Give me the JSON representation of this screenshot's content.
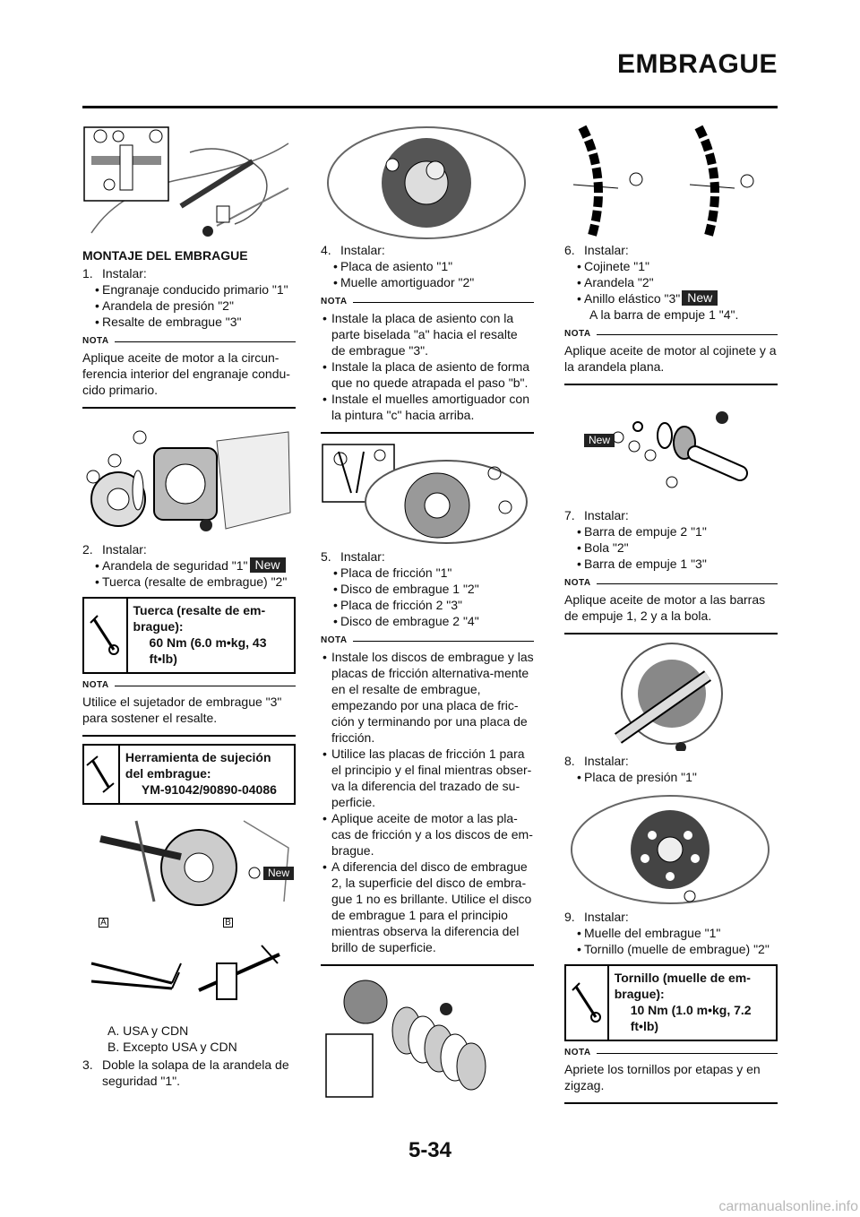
{
  "header": {
    "title": "EMBRAGUE"
  },
  "footer": {
    "page_number": "5-34",
    "watermark": "carmanualsonline.info"
  },
  "col1": {
    "section_title": "MONTAJE DEL EMBRAGUE",
    "step1": {
      "num": "1.",
      "label": "Instalar:",
      "bullets": [
        "Engranaje conducido primario \"1\"",
        "Arandela de presión \"2\"",
        "Resalte de embrague \"3\""
      ]
    },
    "note1": {
      "head": "NOTA",
      "text": "Aplique aceite de motor a la circun-ferencia interior del engranaje condu-cido primario."
    },
    "step2": {
      "num": "2.",
      "label": "Instalar:",
      "bullet1": "Arandela de seguridad \"1\"",
      "bullet1_badge": "New",
      "bullet2": "Tuerca (resalte de embrague) \"2\""
    },
    "spec1": {
      "title": "Tuerca (resalte de em-brague):",
      "value": "60 Nm (6.0 m•kg, 43 ft•lb)"
    },
    "note2": {
      "head": "NOTA",
      "text": "Utilice el sujetador de embrague \"3\" para sostener el resalte."
    },
    "spec2": {
      "title": "Herramienta de sujeción del embrague:",
      "value": "YM-91042/90890-04086"
    },
    "fig_labels": {
      "new": "New",
      "a": "A",
      "b": "B"
    },
    "legend": [
      "A.  USA y CDN",
      "B.  Excepto USA y CDN"
    ],
    "step3": {
      "num": "3.",
      "text": "Doble la solapa de la arandela de seguridad \"1\"."
    }
  },
  "col2": {
    "step4": {
      "num": "4.",
      "label": "Instalar:",
      "bullets": [
        "Placa de asiento \"1\"",
        "Muelle amortiguador \"2\""
      ]
    },
    "note4": {
      "head": "NOTA",
      "bullets": [
        "Instale la placa de asiento con la parte biselada \"a\" hacia el resalte de embrague \"3\".",
        "Instale la placa de asiento de forma que no quede atrapada el paso \"b\".",
        "Instale el muelles amortiguador con la pintura \"c\" hacia arriba."
      ]
    },
    "step5": {
      "num": "5.",
      "label": "Instalar:",
      "bullets": [
        "Placa de fricción \"1\"",
        "Disco de embrague 1 \"2\"",
        "Placa de fricción 2 \"3\"",
        "Disco de embrague 2 \"4\""
      ]
    },
    "note5": {
      "head": "NOTA",
      "bullets": [
        "Instale los discos de embrague y las placas de fricción alternativa-mente en el resalte de embrague, empezando por una placa de fric-ción y terminando por una placa de fricción.",
        "Utilice las placas de fricción 1 para el principio y el final mientras obser-va la diferencia del trazado de su-perficie.",
        "Aplique aceite de motor a las pla-cas de fricción y a los discos de em-brague.",
        "A diferencia del disco de embrague 2, la superficie del disco de embra-gue 1 no es brillante. Utilice el disco de embrague 1 para el principio mientras observa la diferencia del brillo de superficie."
      ]
    }
  },
  "col3": {
    "step6": {
      "num": "6.",
      "label": "Instalar:",
      "bullet1": "Cojinete \"1\"",
      "bullet2": "Arandela \"2\"",
      "bullet3": "Anillo elástico \"3\"",
      "bullet3_badge": "New",
      "sub": "A la barra de empuje 1 \"4\"."
    },
    "note6": {
      "head": "NOTA",
      "text": "Aplique aceite de motor al cojinete y a la arandela plana."
    },
    "fig_new": "New",
    "step7": {
      "num": "7.",
      "label": "Instalar:",
      "bullets": [
        "Barra de empuje 2 \"1\"",
        "Bola \"2\"",
        "Barra de empuje 1 \"3\""
      ]
    },
    "note7": {
      "head": "NOTA",
      "text": "Aplique aceite de motor a las barras de empuje 1, 2 y a la bola."
    },
    "step8": {
      "num": "8.",
      "label": "Instalar:",
      "bullets": [
        "Placa de presión \"1\""
      ]
    },
    "step9": {
      "num": "9.",
      "label": "Instalar:",
      "bullets": [
        "Muelle del embrague \"1\"",
        "Tornillo (muelle de embrague) \"2\""
      ]
    },
    "spec3": {
      "title": "Tornillo (muelle de em-brague):",
      "value": "10 Nm (1.0 m•kg, 7.2 ft•lb)"
    },
    "note9": {
      "head": "NOTA",
      "text": "Apriete los tornillos por etapas y en zigzag."
    }
  }
}
